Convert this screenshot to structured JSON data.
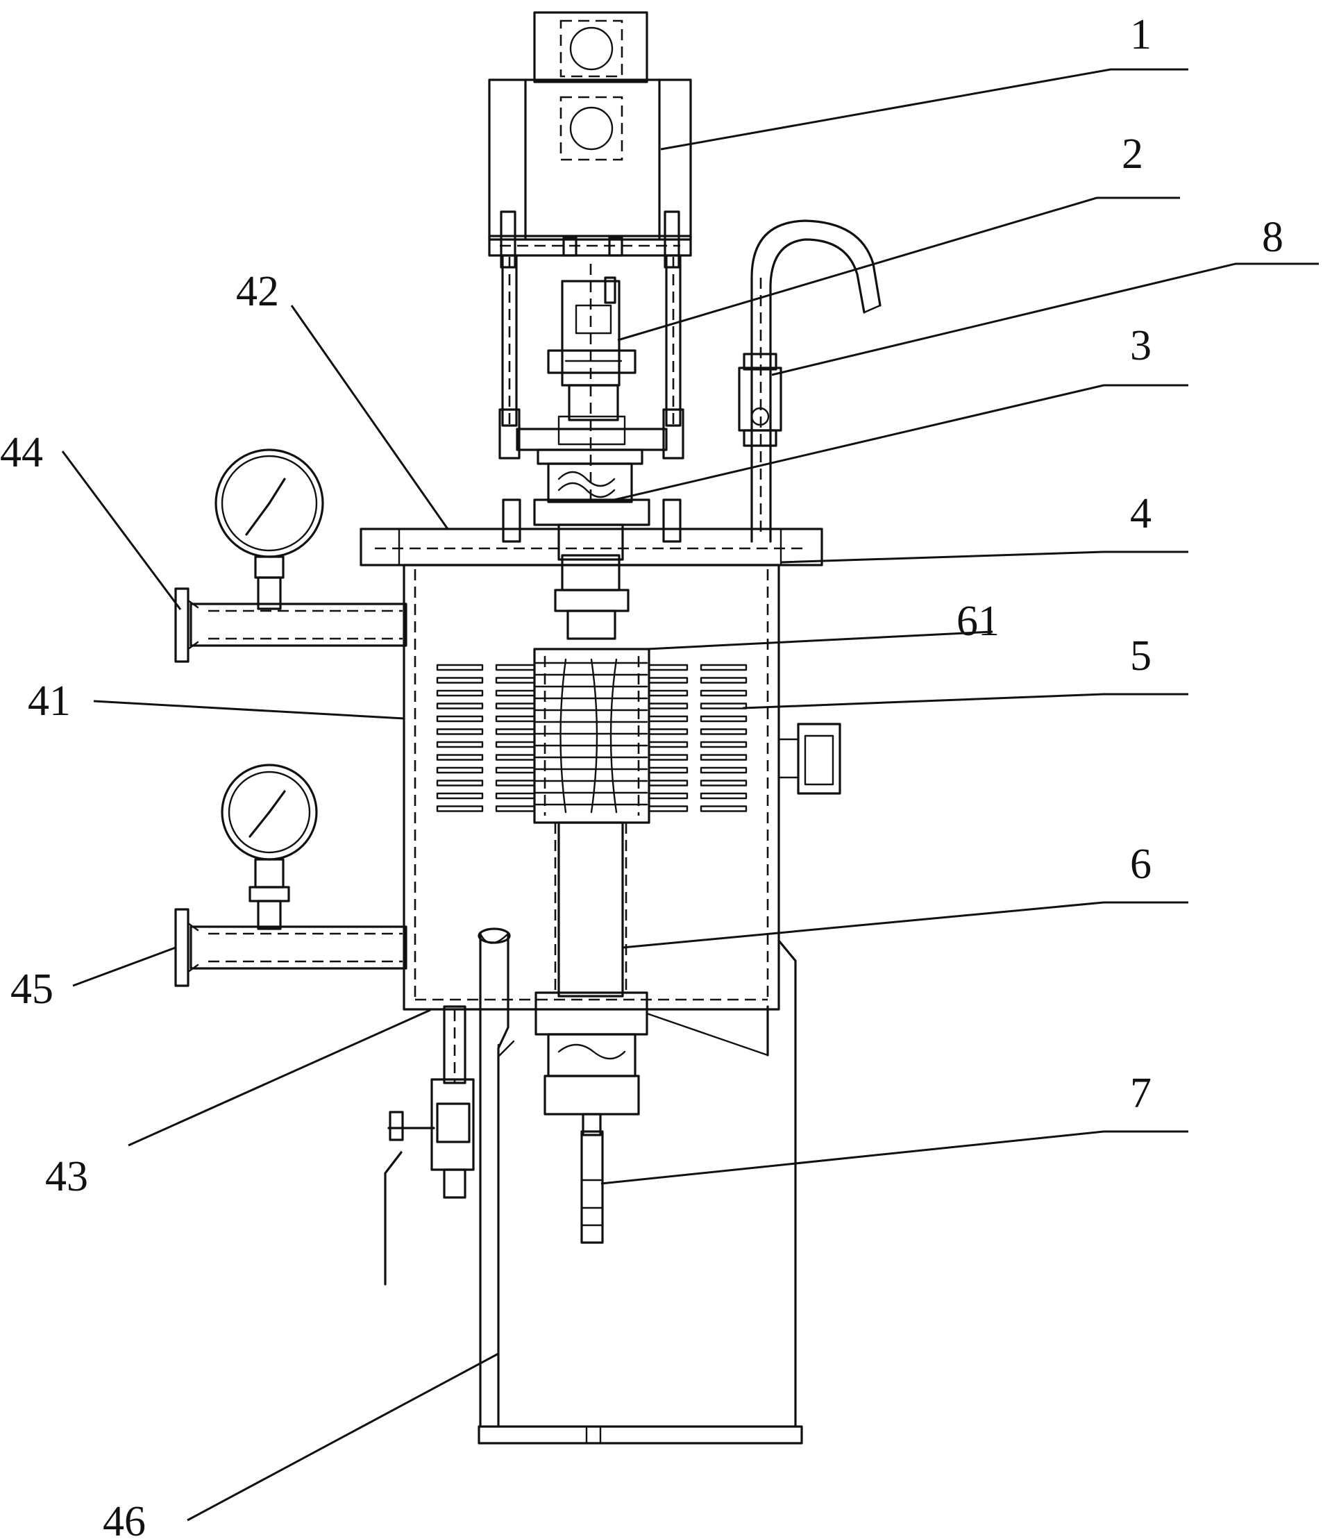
{
  "labels": {
    "l1": "1",
    "l2": "2",
    "l8": "8",
    "l3": "3",
    "l4": "4",
    "l61": "61",
    "l5": "5",
    "l6": "6",
    "l7": "7",
    "l42": "42",
    "l44": "44",
    "l41": "41",
    "l45": "45",
    "l43": "43",
    "l46": "46"
  }
}
